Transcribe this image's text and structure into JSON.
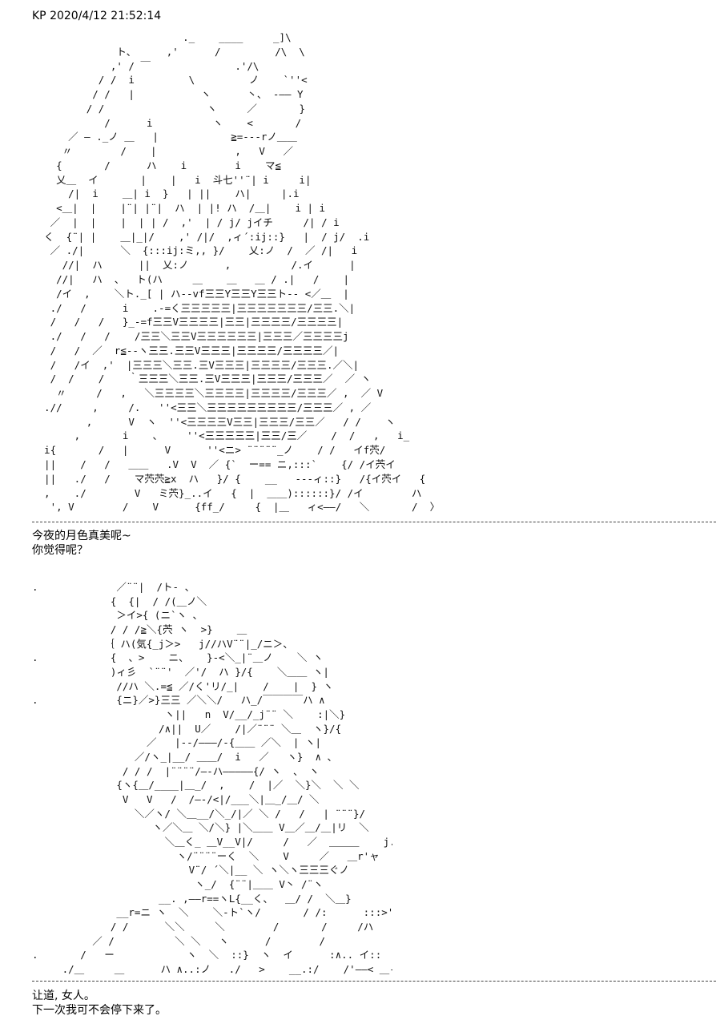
{
  "header": {
    "timestamp_line": "KP 2020/4/12 21:52:14"
  },
  "art1": {
    "lines": [
      "                         ._    ____     _]\\",
      "              ト、     ,'      /         /\\  \\",
      "             ,' / ￣              .'/\\",
      "           / /  i         \\         ノ    `''<",
      "          / /   |           ヽ      丶、 -―― Y",
      "         / /                 ヽ     ／       }",
      "            /      i          ヽ    <       /",
      "      ／ ― ._ノ ＿   |            ≧=---rノ＿＿",
      "     〃        /    |             ,   V   ／",
      "    {       /      ハ    i        i    マ≦",
      "    乂＿  イ       |    |   i  斗七''¨| i     i|",
      "      /|  i    ＿| i  }   | ||    ハ|     |.i",
      "    <＿|  |    |¨| |¨|  ハ  | |! ハ  /＿|    i | i",
      "   ／  |  |    |  | | /  ,'  | / j/ jイチ     /| / i",
      "  く  {¨| |    ＿|_|/    ,' /|/  ,ィ´:ij::}   |  / j/  .i",
      "   ／ ./|      ＼  {:::ij:ミ,, }/    乂:ノ  /  ／ /|   i",
      "     //|  ハ      ||  乂:ノ      ,          /.イ      |",
      "    //|   ハ  、  ト(ハ     ＿    ＿   ＿ / .|   /    |",
      "    /イ  ,    ＼ト._[ | ハ--vf三三Y三三Y三三ト-- <／＿  |",
      "   ./   /      i    .-=く三三三三三|三三三三三三三/三三.＼|",
      "   /   /   /   }_-=f三三V三三三三|三三|三三三三/三三三三|",
      "   ./   /   /    /三三＼三三V三三三三三三|三三三／三三三三j",
      "   /   /  ／  r≦-‐ヽ三三.三三V三三三|三三三三/三三三三／|",
      "   /   /イ  ,'  |三三三＼三三.三V三三三|三三三三/三三三.／＼|",
      "   /  /    /    ｀三三三＼三三.三V三三三|三三三/三三三／  ／ ヽ",
      "    〃     /   ,   ＼三三三三＼三三三三|三三三三/三三三／ ,  ／ V",
      "  .//     ,     /.   ''<三三＼三三三三三三三三三/三三三／ , ／",
      "         ,      V  ヽ  ''<三三三三V三三|三三三/三三／   / /    ヽ",
      "       ,       i    、    ''<三三三三三|三三/三／    /  /   ,   i_",
      "  i{       /   |      V      ''<ニ> ¨¨¨¨¨_ノ    / /   イf茓/",
      "  ||    /   /   ＿＿   .V  V  ／ {`  ー== ニ,:::`    {/ /イ茓イ",
      "  ||   ./   /    マ茓茓≧x  ハ   }/ {    __   ---ィ::}   /{イ茓イ   {",
      "  ,    ./        V   ミ茓}_..イ   {  |  ＿＿)::::::}/ /イ        ハ",
      "   ', V        /    V      {ff_/     {  |＿   ィ<――/   ＼       /  〉"
    ]
  },
  "dialogue1": {
    "line1": "今夜的月色真美呢~",
    "line2": "你觉得呢？"
  },
  "art2": {
    "lines": [
      ".             ／¨¨|  /ト- 、",
      "             {  {|  / /(＿ノ＼",
      "              ＞イ>{ (ニ`ヽ 、",
      "             / / /≧＼{茓 ヽ  >}    ＿",
      "            ｛ ハ(気{_j＞>   j//ハV¨¨|_/ニ＞、",
      ".            {  、>    ニ、   }-<＼_|¨＿ノ    ＼ ヽ",
      "             )ィ彡  `¨¨'  ／'/  ハ }/{    ＼＿＿ ヽ|",
      "              //ハ ＼.=≦ ／/く'リ/_|    /    |  } ヽ",
      ".             {ニ}／>}三三 ／＼＼/   ハ_/￣￣￣￣ハ ∧",
      "                      ヽ||   n  V/__/_j¨¨ ＼    :|＼}",
      "                     /∧||  U／    /|／¨¨¨ ＼＿  ヽ}/{",
      "                   ／   |-‐/―――/-{＿＿ ／＼  | ヽ|",
      "                 ／/ヽ_|__/ ＿＿/  i   ／   ヽ}  ∧ 、",
      "               / / /  |¨¨¨¨/―-ハ―――――{/ ヽ  、 ヽ",
      "              {ヽ{＿/____|＿_/  ,    /  |／  ＼}＼  ＼ ＼",
      "               V   V   /  /―‐/<|/___＼|＿_/＿/ ＼",
      "                 ＼／ヽ/ ＼＿__/＼_/|／ ＼ /   /   | ¨¨¨}/",
      "                    ヽ／＼＿ ＼/＼} |＼＿＿ V＿／＿/＿|リ  ＼",
      "                      ＼＿く_ ＿V__V|/     /   ／  ＿＿＿    j.]",
      "                        ヽ/¨¨¨¨ーく  ＼    V     ／   ＿r'ャ",
      "                          V¨/ ´＼|__ ＼ ヽ＼ヽ三三三ぐノ",
      "                           ヽ_/  {¨¨|＿＿ V丶 /¨ヽ",
      "                     __. ,――r==ヽL{__く、  ＿/ /  ＼＿}",
      "              __r=ニ ヽ  ＼    ＼-ト`ヽ/       / /:      :::>'¨¨¨ヽ",
      "             / /      ＼＼     ＼        /       /     /ハ   `ヽ--_>",
      "          ／ /          ＼ ＼   ヽ      /        /             ＼",
      ".       /   ー            ヽ  ＼  ::}  ヽ  イ      :∧.. イ::         ＼",
      "     ./＿     ＿      ハ ∧..:ノ   ./   >    __.:/    /'――< ＿--‐¬/"
    ]
  },
  "dialogue2": {
    "line1": "让道, 女人。",
    "line2": "下一次我可不会停下来了。"
  }
}
